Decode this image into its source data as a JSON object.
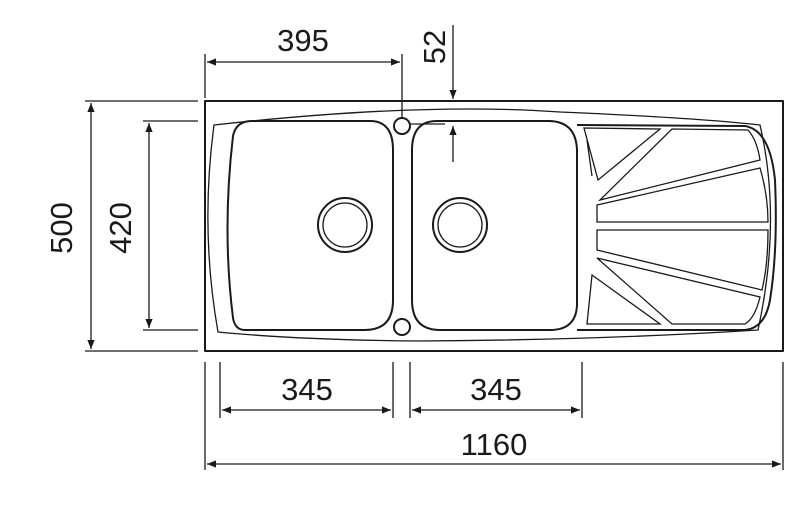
{
  "dimensions": {
    "bowl_offset": "395",
    "top_offset": "52",
    "overall_depth": "500",
    "bowl_depth": "420",
    "left_bowl_width": "345",
    "right_bowl_width": "345",
    "overall_width": "1160"
  },
  "colors": {
    "line": "#1a1a1a",
    "background": "#ffffff"
  }
}
